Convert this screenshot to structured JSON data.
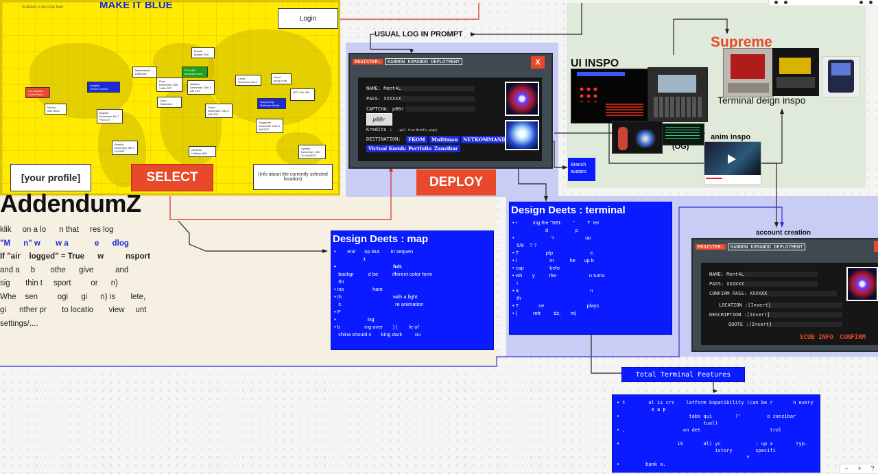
{
  "colors": {
    "map_yellow": "#ffea00",
    "accent_red": "#e8492a",
    "deets_blue": "#0a1cff",
    "terminal_dark": "#161616",
    "green_region": "#dfeadb",
    "lilac_region": "#c9cdf6"
  },
  "map": {
    "top_small": "TERRAIN / UNICODE MAP",
    "heading": "MAKE IT BLUE",
    "login_button": "Login",
    "profile_box": "[your profile]",
    "select_button": "SELECT",
    "info_box": "(info about the currently selected location)",
    "pins": [
      {
        "label": "Los Angeles",
        "sub": "Ambassador"
      },
      {
        "label": "Langley",
        "sub": "FKOM Comms"
      },
      {
        "label": "Mexico",
        "sub": "with video"
      },
      {
        "label": "Netherlands",
        "sub": "DIMKOM"
      },
      {
        "label": "Paris",
        "sub": "December 10th 1 AM CET"
      },
      {
        "label": "Cairo",
        "sub": "Testament"
      },
      {
        "label": "Bogota",
        "sub": "December 8th 7 PM COT"
      },
      {
        "label": "Brasilia",
        "sub": "December 9th 9 PM BRT"
      },
      {
        "label": "Russia",
        "sub": "Bunker Port"
      },
      {
        "label": "POLAND",
        "sub": "dominant word"
      },
      {
        "label": "Istanbul",
        "sub": "December 10th 3 AM TRT"
      },
      {
        "label": "Dubai",
        "sub": "December 10th 4 AM GST"
      },
      {
        "label": "Hong Kong",
        "sub": "Multiman Media"
      },
      {
        "label": "China",
        "sub": "Shenzhen store"
      },
      {
        "label": "Seoul",
        "sub": "group chat"
      },
      {
        "label": "NOT ON, INS",
        "sub": ""
      },
      {
        "label": "Singapore",
        "sub": "December 10th 8 AM SGT"
      },
      {
        "label": "Sydney",
        "sub": "December 10th 11 AM AEDT"
      },
      {
        "label": "zanzibar",
        "sub": "Hollkorp IMG"
      }
    ]
  },
  "addendum": {
    "title": "AddendumZ",
    "lines": [
      "klik     on a lo      n that     res log",
      "\"M      n\" w       w a            e      dlog",
      "If \"air    logged\" = True      w          nsport",
      "and a     b       othe      give          and",
      "sig       thin t     sport         or      n)",
      "Whe    sen         ogi      gi      n) is       lete,",
      "gi      nther pr       to locatio       view     unt",
      "settings/...."
    ]
  },
  "flow_labels": {
    "usual_login": "USUAL LOG IN PROMPT",
    "deploy_button": "DEPLOY",
    "branch_avatars": "Branch avatars",
    "account_creation": "account creation",
    "total_terminal_features": "Total Terminal Features"
  },
  "register_terminal": {
    "tag": "REGISTER:",
    "title": "KANNON KOMANDO DEPLOYMENT",
    "close": "X",
    "name": "NAME: Ment4L",
    "pass": "PASS: XXXXXX",
    "captcha": "CAPTCHA: p00r",
    "kredits": "Kredits :",
    "kredits_note": "(pull from Ment4ls page)",
    "destination": "DESTINATION:",
    "dest_chips": [
      "FKOM",
      "Multiman",
      "NETKOMMAND",
      "Virtual Kombat",
      "Portfolio",
      "Zanzibar"
    ]
  },
  "inspo": {
    "ui_inspo": "UI INSPO",
    "supreme": "Supreme",
    "terminal_design": "Terminal deign inspo",
    "og": "(OG)",
    "anim_inspo": "anim inspo"
  },
  "deets_map": {
    "title": "Design Deets : map",
    "lines": [
      "•        enir      np But        in sequen       ",
      "                    :t",
      "•                                        fult.",
      "   backgr          d be          ifferent color form",
      "   thr",
      "• ins                    hare",
      "• th                                    with a light",
      "   s.                                     re animation",
      "• P",
      "•                      ing",
      "• b                 ing over       ) (        le of",
      "   china should s       king dark         ou"
    ]
  },
  "deets_terminal": {
    "title": "Design Deets : terminal",
    "lines": [
      "• r           ing the \"SEL        \"         T  ter",
      "                       d                   p",
      "•                          't                      up",
      "   5/8    ? ?",
      "• T                   pfp                          e.",
      "• l                       m           he      up b",
      "• cap                  befo",
      "• wh       y          the                       n turns",
      "   i",
      "• a                                                  n",
      "   th",
      "• T              ce                              plays",
      "• (           refr         dz,       m)"
    ]
  },
  "account_terminal": {
    "tag": "REGISTER:",
    "title": "KANNON KOMANDO DEPLOYMENT",
    "name": "NAME: Ment4L",
    "pass": "PASS: XXXXXX",
    "confirm_pass": "CONFIRM PASS: XXXXXX",
    "location": "LOCATION :[Insert]",
    "description": "DESCRIPTION :[Insert]",
    "quote": "QUOTE :[Insert]",
    "sub_info": "SCUB INFO",
    "confirm": "CONFIRM"
  },
  "total_features": {
    "lines": [
      "• t        al is crc    latform kopatibility (can be r       n every",
      "            e a p",
      "•                        tabs qui        ?'         o zanzibar",
      "                              tual)",
      "• ,                    on det                        trol",
      "",
      "•                    ik       al) yc            : up a        typ.      me and",
      "                                  istory        specifi",
      "                                             f",
      "•         bank a."
    ]
  },
  "zoom_controls": {
    "minus": "−",
    "plus": "+",
    "help": "?"
  }
}
